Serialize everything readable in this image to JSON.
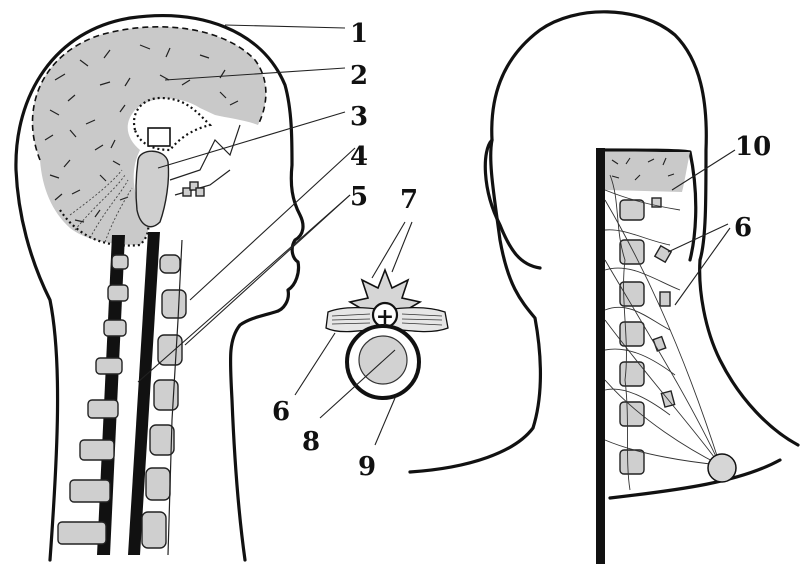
{
  "labels": {
    "l1": "1",
    "l2": "2",
    "l3": "3",
    "l4": "4",
    "l5": "5",
    "l6a": "6",
    "l6b": "6",
    "l7": "7",
    "l8": "8",
    "l9": "9",
    "l10": "10",
    "plus": "+"
  },
  "colors": {
    "line": "#111111",
    "fill": "#c9c9c9",
    "background": "#ffffff"
  }
}
